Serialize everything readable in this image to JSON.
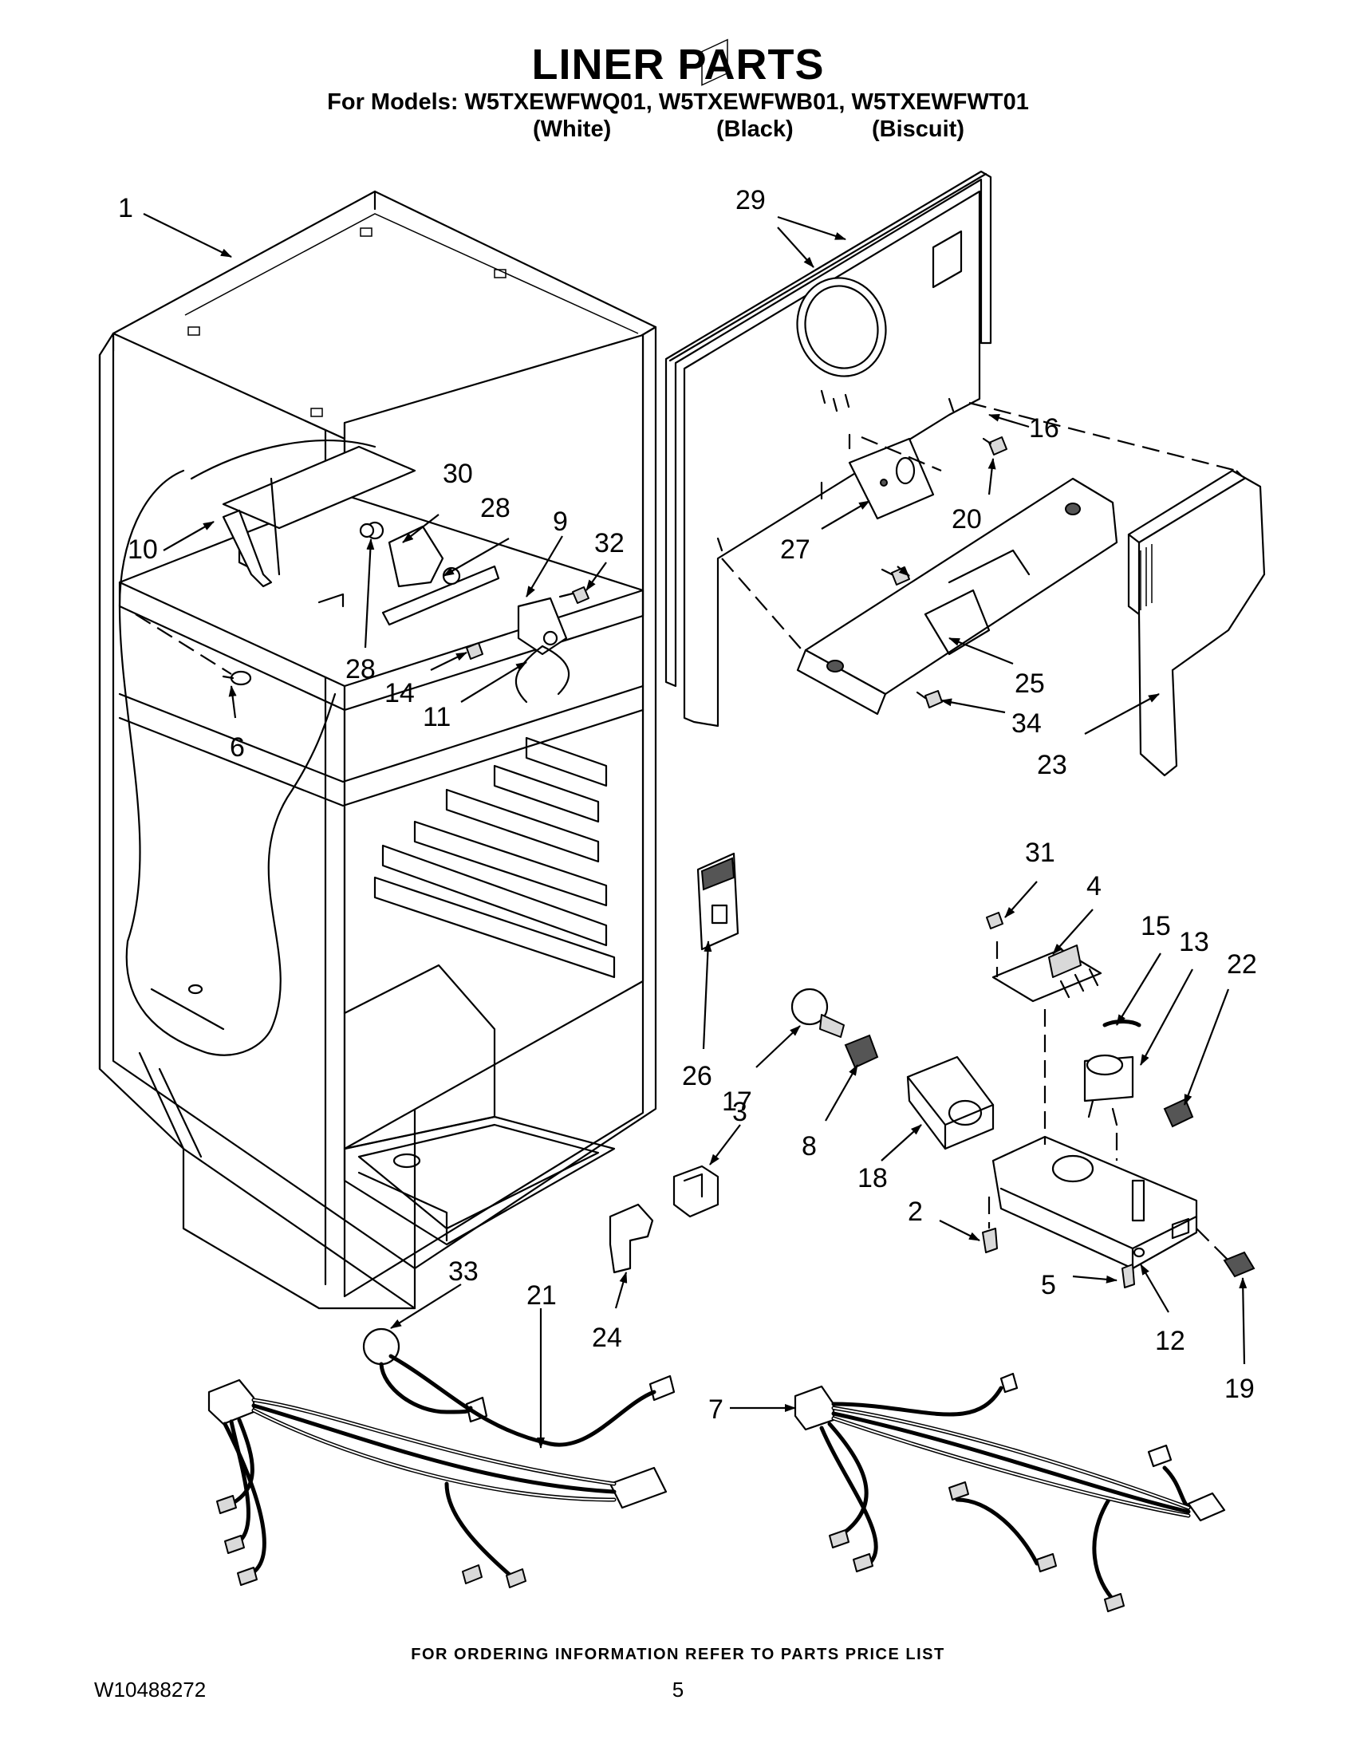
{
  "header": {
    "title": "LINER PARTS",
    "models_line": "For Models: W5TXEWFWQ01, W5TXEWFWB01, W5TXEWFWT01",
    "colors": [
      "(White)",
      "(Black)",
      "(Biscuit)"
    ]
  },
  "callouts": {
    "c1": "1",
    "c2": "2",
    "c3": "3",
    "c4": "4",
    "c5": "5",
    "c6": "6",
    "c7": "7",
    "c8": "8",
    "c9": "9",
    "c10": "10",
    "c11": "11",
    "c12": "12",
    "c13": "13",
    "c14": "14",
    "c15": "15",
    "c16": "16",
    "c17": "17",
    "c18": "18",
    "c19": "19",
    "c20": "20",
    "c21": "21",
    "c22": "22",
    "c23": "23",
    "c24": "24",
    "c25": "25",
    "c26": "26",
    "c27": "27",
    "c28a": "28",
    "c28b": "28",
    "c29": "29",
    "c30": "30",
    "c31": "31",
    "c32": "32",
    "c33": "33",
    "c34": "34"
  },
  "footer": {
    "ordering_note": "FOR ORDERING INFORMATION REFER TO PARTS PRICE LIST",
    "doc_code": "W10488272",
    "page_number": "5"
  }
}
